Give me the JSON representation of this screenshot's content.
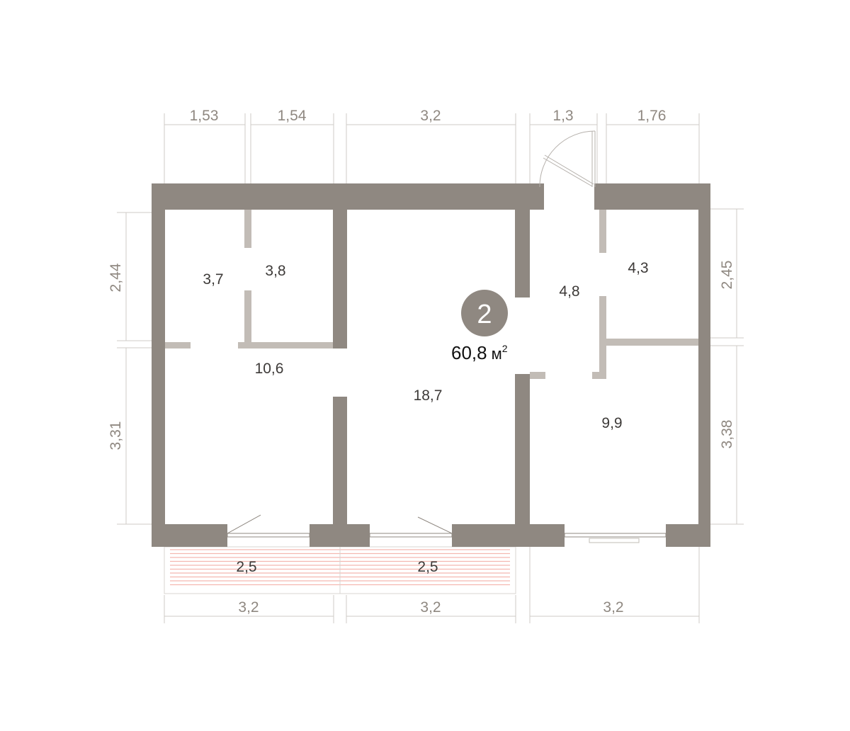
{
  "apartment": {
    "number": "2",
    "area_value": "60,8",
    "area_unit": "м",
    "area_sup": "2"
  },
  "rooms": [
    {
      "name": "room-a",
      "area": "3,7"
    },
    {
      "name": "room-b",
      "area": "3,8"
    },
    {
      "name": "room-c",
      "area": "10,6"
    },
    {
      "name": "room-d",
      "area": "18,7"
    },
    {
      "name": "hall",
      "area": "4,8"
    },
    {
      "name": "bath",
      "area": "4,3"
    },
    {
      "name": "bedroom",
      "area": "9,9"
    },
    {
      "name": "balcony-left",
      "area": "2,5"
    },
    {
      "name": "balcony-right",
      "area": "2,5"
    }
  ],
  "dimensions": {
    "top": [
      "1,53",
      "1,54",
      "3,2",
      "1,3",
      "1,76"
    ],
    "bottom": [
      "3,2",
      "3,2",
      "3,2"
    ],
    "left": [
      "2,44",
      "3,31"
    ],
    "right": [
      "2,45",
      "3,38"
    ]
  },
  "colors": {
    "wall": "#8f8881",
    "partition": "#c2bcb6",
    "balcony_stripe": "#f4b8b0"
  }
}
